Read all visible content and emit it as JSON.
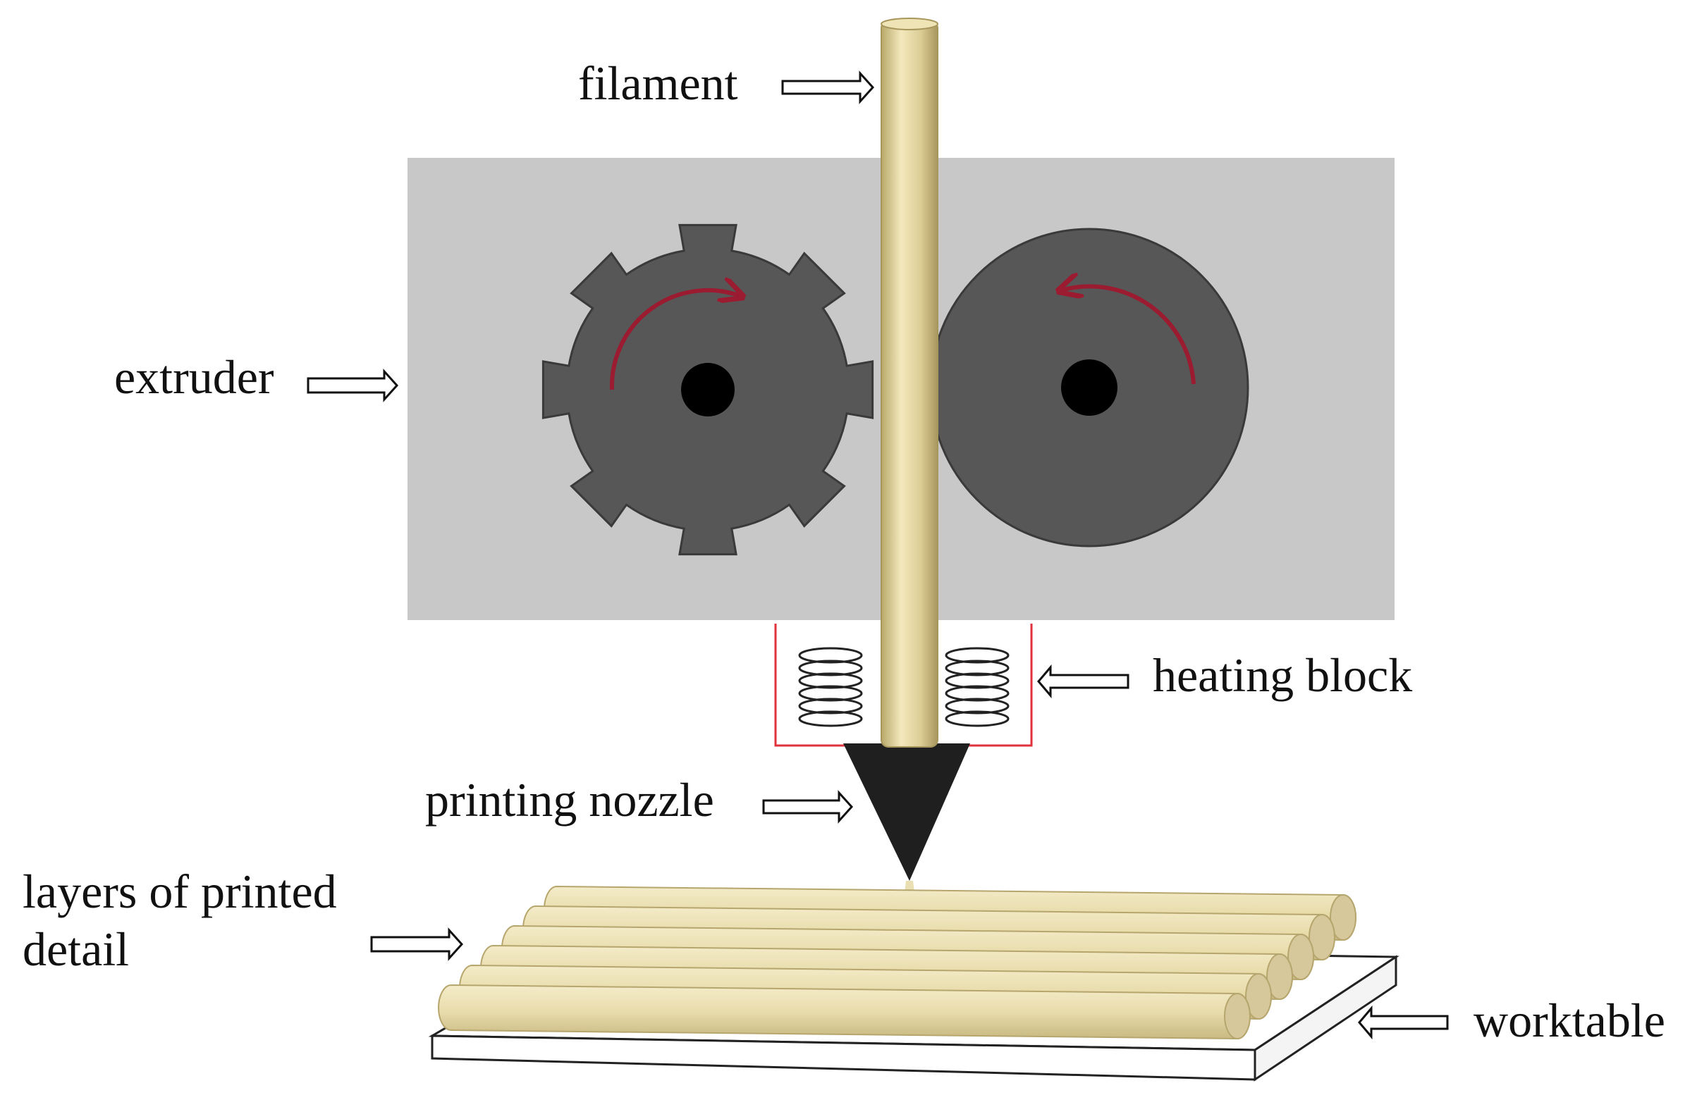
{
  "labels": {
    "filament": "filament",
    "extruder": "extruder",
    "heating_block": "heating block",
    "printing_nozzle": "printing nozzle",
    "layers_line1": "layers of printed",
    "layers_line2": "detail",
    "worktable": "worktable"
  },
  "colors": {
    "extruder_body": "#c8c8c8",
    "gear": "#575757",
    "hole": "#000000",
    "rotation_arrow": "#9b1b30",
    "filament": "#d8ca93",
    "heating_frame": "#e0323c",
    "nozzle": "#1f1f1f",
    "worktable": "#ffffff",
    "pointer_arrow_outline": "#111111"
  },
  "rotation": {
    "left_gear": "clockwise",
    "right_roller": "counterclockwise"
  }
}
